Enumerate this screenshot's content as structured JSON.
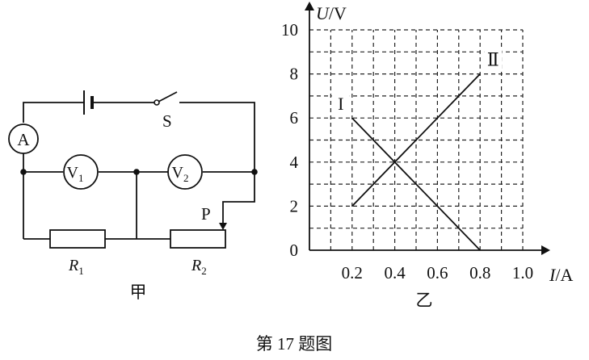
{
  "circuit": {
    "switch_label": "S",
    "ammeter_label": "A",
    "v1_main": "V",
    "v1_sub": "1",
    "v2_main": "V",
    "v2_sub": "2",
    "slider_label": "P",
    "r1_main": "R",
    "r1_sub": "1",
    "r2_main": "R",
    "r2_sub": "2",
    "caption": "甲"
  },
  "chart_data": {
    "type": "line",
    "x_axis": {
      "var": "I",
      "unit": "/A",
      "ticks": [
        "0.2",
        "0.4",
        "0.6",
        "0.8",
        "1.0"
      ],
      "range": [
        0,
        1.0
      ]
    },
    "y_axis": {
      "var": "U",
      "unit": "/V",
      "ticks": [
        "0",
        "2",
        "4",
        "6",
        "8",
        "10"
      ],
      "range": [
        0,
        10
      ]
    },
    "grid": true,
    "series": [
      {
        "name": "I",
        "points": [
          [
            0.2,
            6
          ],
          [
            0.8,
            0
          ]
        ]
      },
      {
        "name": "Ⅱ",
        "points": [
          [
            0.2,
            2
          ],
          [
            0.8,
            8
          ]
        ]
      }
    ],
    "caption": "乙"
  },
  "figure_caption": "第 17 题图"
}
